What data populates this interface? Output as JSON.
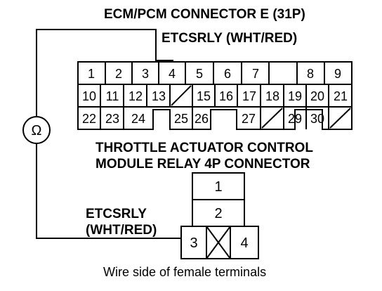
{
  "ecm_connector": {
    "title": "ECM/PCM CONNECTOR E (31P)",
    "wire_label": "ETCSRLY (WHT/RED)",
    "row1": [
      "1",
      "2",
      "3",
      "4",
      "5",
      "6",
      "7",
      "",
      "8",
      "9"
    ],
    "row2": [
      "10",
      "11",
      "12",
      "13",
      "",
      "15",
      "16",
      "17",
      "18",
      "19",
      "20",
      "21"
    ],
    "row3": [
      "22",
      "23",
      "24",
      "25",
      "26",
      "27",
      "",
      "29",
      "30",
      ""
    ]
  },
  "relay_connector": {
    "title_line1": "THROTTLE ACTUATOR CONTROL",
    "title_line2": "MODULE RELAY 4P CONNECTOR",
    "wire_label_line1": "ETCSRLY",
    "wire_label_line2": "(WHT/RED)",
    "pins": [
      "1",
      "2",
      "3",
      "4"
    ]
  },
  "meter": {
    "symbol": "Ω"
  },
  "caption": "Wire side of female terminals"
}
